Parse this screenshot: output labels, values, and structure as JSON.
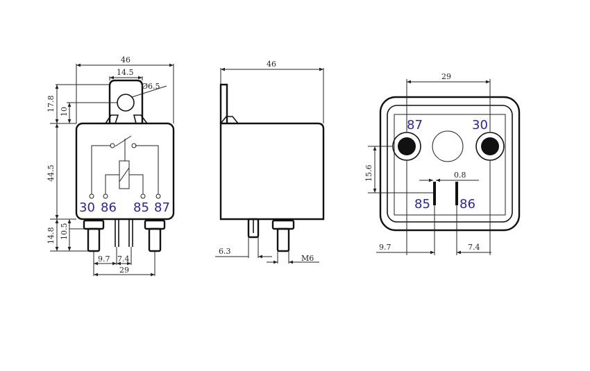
{
  "front_view": {
    "dims": {
      "width": "46",
      "tab_width": "14.5",
      "hole_dia": "Ø6.5",
      "tab_height": "17.8",
      "hole_height": "10",
      "body_height": "44.5",
      "terminal_height": "14.8",
      "stud_height": "10.5",
      "pin_offset_a": "9.7",
      "pin_offset_b": "7.4",
      "stud_spacing": "29"
    },
    "pins": [
      "30",
      "86",
      "85",
      "87"
    ]
  },
  "side_view": {
    "dims": {
      "width": "46",
      "tab_offset": "6.3",
      "thread": "M6"
    }
  },
  "bottom_view": {
    "dims": {
      "stud_spacing": "29",
      "pin_height": "15.6",
      "pin_thickness": "0.8",
      "pin_offset_left": "9.7",
      "pin_offset_right": "7.4"
    },
    "pins": {
      "top_left": "87",
      "top_right": "30",
      "bottom_left": "85",
      "bottom_right": "86"
    }
  }
}
